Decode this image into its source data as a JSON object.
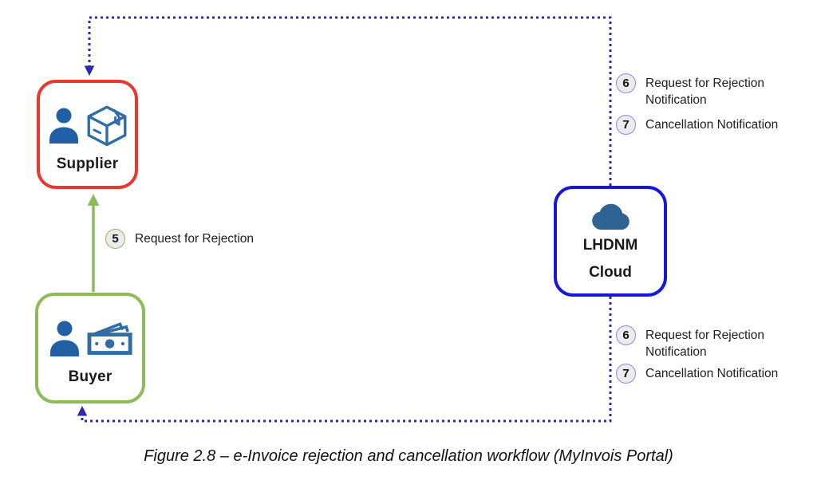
{
  "figure": {
    "caption": "Figure 2.8 – e-Invoice rejection and cancellation workflow (MyInvois Portal)"
  },
  "nodes": {
    "supplier": {
      "label": "Supplier",
      "icons": [
        "person-icon",
        "package-icon"
      ]
    },
    "buyer": {
      "label": "Buyer",
      "icons": [
        "person-icon",
        "money-icon"
      ]
    },
    "cloud": {
      "label_line1": "LHDNM",
      "label_line2": "Cloud",
      "icons": [
        "cloud-icon"
      ]
    }
  },
  "steps": {
    "step5": {
      "number": "5",
      "label": "Request for Rejection"
    },
    "top": [
      {
        "number": "6",
        "label": "Request for Rejection Notification"
      },
      {
        "number": "7",
        "label": "Cancellation Notification"
      }
    ],
    "bottom": [
      {
        "number": "6",
        "label": "Request for Rejection Notification"
      },
      {
        "number": "7",
        "label": "Cancellation Notification"
      }
    ]
  },
  "colors": {
    "supplier_border": "#e63a2e",
    "buyer_border": "#8cbb59",
    "cloud_border": "#1616dd",
    "dotted_arrow": "#2b2ba6",
    "green_arrow": "#8cbb59",
    "person_icon_fill": "#2160a4",
    "cloud_icon_fill": "#2e6394",
    "outline_icon_stroke": "#2e6da8",
    "badge_fill": "#ebebeb",
    "badge_border_blue": "#8a8ae0",
    "badge_border_green": "#8cbb59"
  }
}
